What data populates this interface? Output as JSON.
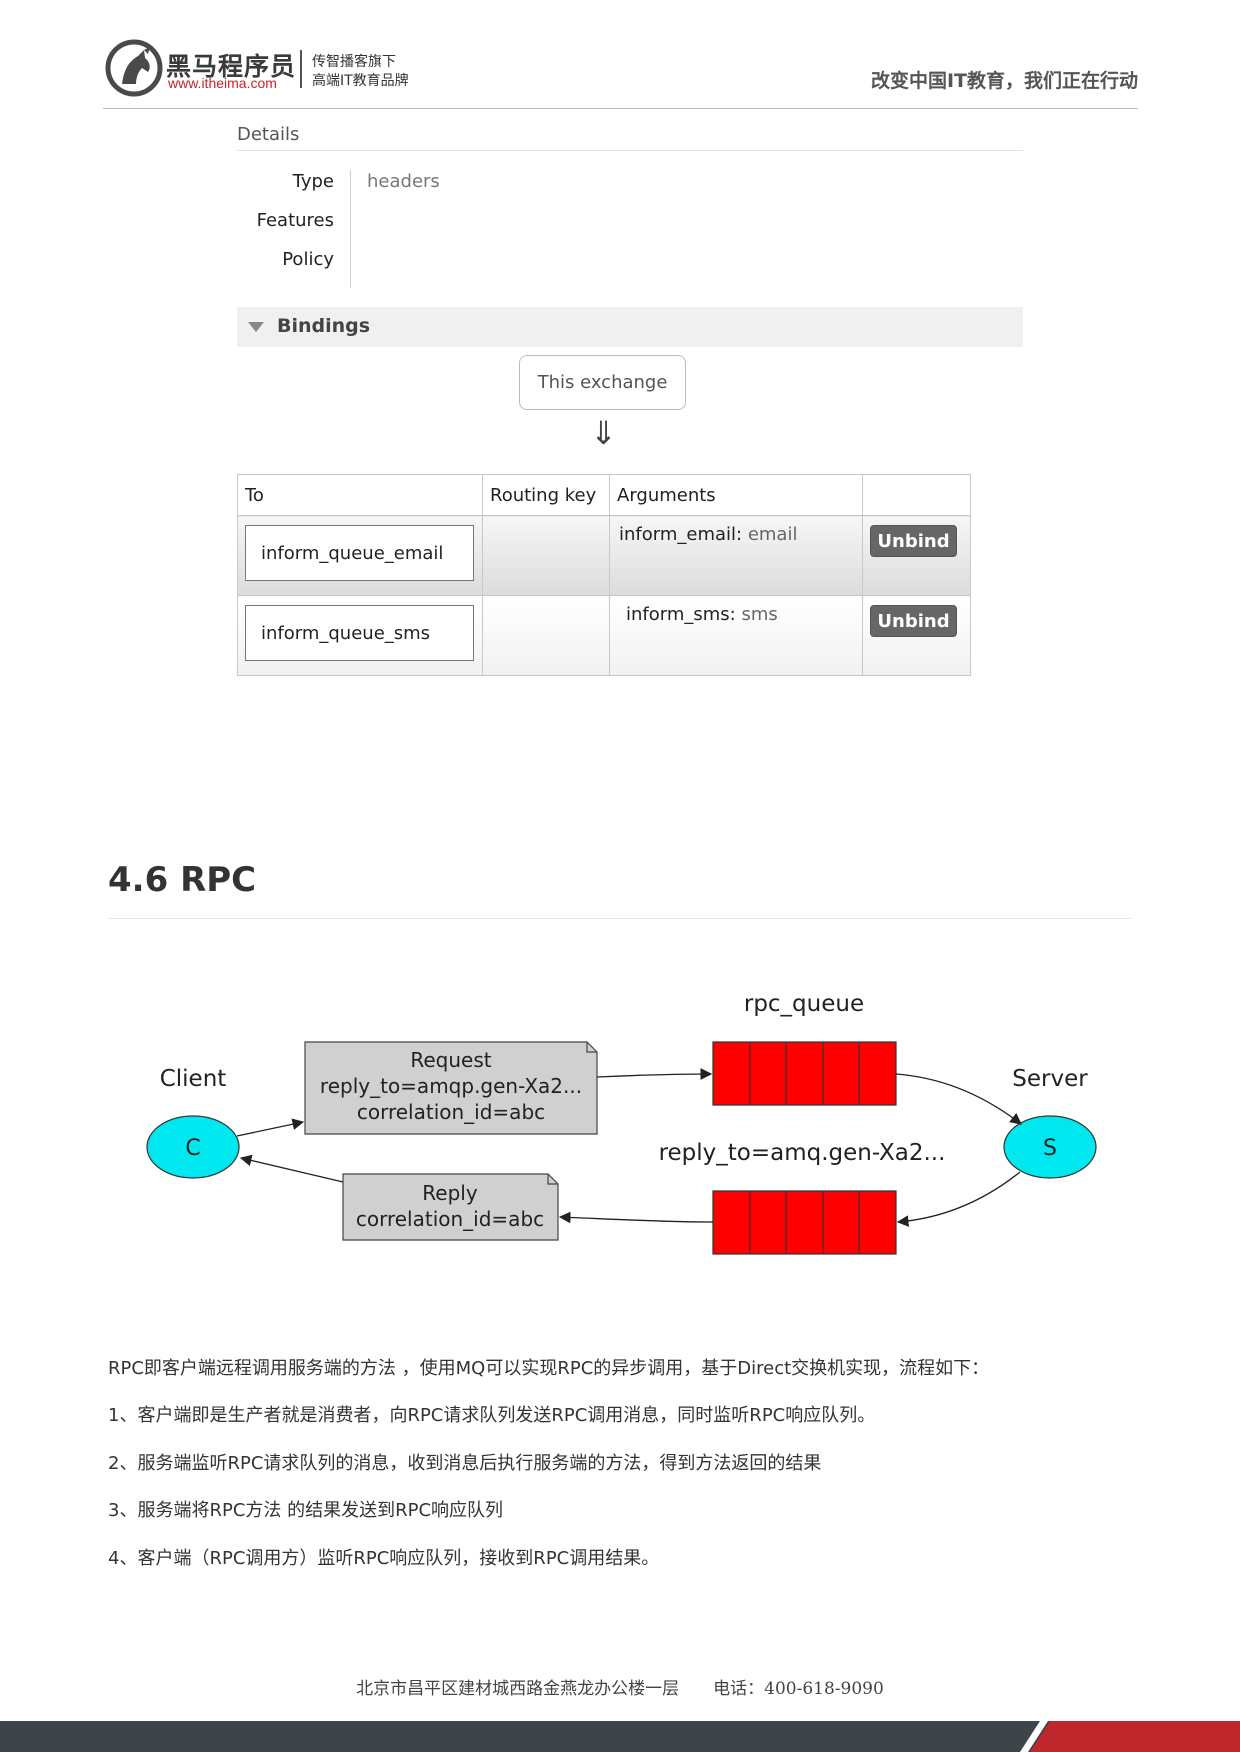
{
  "header": {
    "brand_name": "黑马程序员",
    "brand_url": "www.itheima.com",
    "tagline_1": "传智播客旗下",
    "tagline_2": "高端IT教育品牌",
    "slogan": "改变中国IT教育，我们正在行动",
    "brand_color": "#c0272d"
  },
  "exchange": {
    "details_title": "Details",
    "fields": [
      {
        "label": "Type",
        "value": "headers"
      },
      {
        "label": "Features",
        "value": ""
      },
      {
        "label": "Policy",
        "value": ""
      }
    ],
    "bindings_title": "Bindings",
    "this_exchange": "This exchange",
    "down_arrow": "⇓",
    "table": {
      "headers": [
        "To",
        "Routing key",
        "Arguments",
        ""
      ],
      "rows": [
        {
          "to": "inform_queue_email",
          "routing_key": "",
          "arg_key": "inform_email:",
          "arg_value": "email",
          "action": "Unbind"
        },
        {
          "to": "inform_queue_sms",
          "routing_key": "",
          "arg_key": "inform_sms:",
          "arg_value": "sms",
          "action": "Unbind"
        }
      ]
    }
  },
  "section": {
    "title": "4.6 RPC"
  },
  "diagram": {
    "client_label": "Client",
    "client_node": "C",
    "server_label": "Server",
    "server_node": "S",
    "request_lines": [
      "Request",
      "reply_to=amqp.gen-Xa2...",
      "correlation_id=abc"
    ],
    "reply_lines": [
      "Reply",
      "correlation_id=abc"
    ],
    "rpc_queue_label": "rpc_queue",
    "reply_queue_label": "reply_to=amq.gen-Xa2...",
    "node_color": "#00e8ef",
    "queue_color": "#ff0000",
    "message_color": "#d0d0d0"
  },
  "paragraphs": [
    "RPC即客户端远程调用服务端的方法 ，使用MQ可以实现RPC的异步调用，基于Direct交换机实现，流程如下：",
    "1、客户端即是生产者就是消费者，向RPC请求队列发送RPC调用消息，同时监听RPC响应队列。",
    "2、服务端监听RPC请求队列的消息，收到消息后执行服务端的方法，得到方法返回的结果",
    "3、服务端将RPC方法 的结果发送到RPC响应队列",
    "4、客户端（RPC调用方）监听RPC响应队列，接收到RPC调用结果。"
  ],
  "footer": {
    "address": "北京市昌平区建材城西路金燕龙办公楼一层　　电话：400-618-9090"
  }
}
